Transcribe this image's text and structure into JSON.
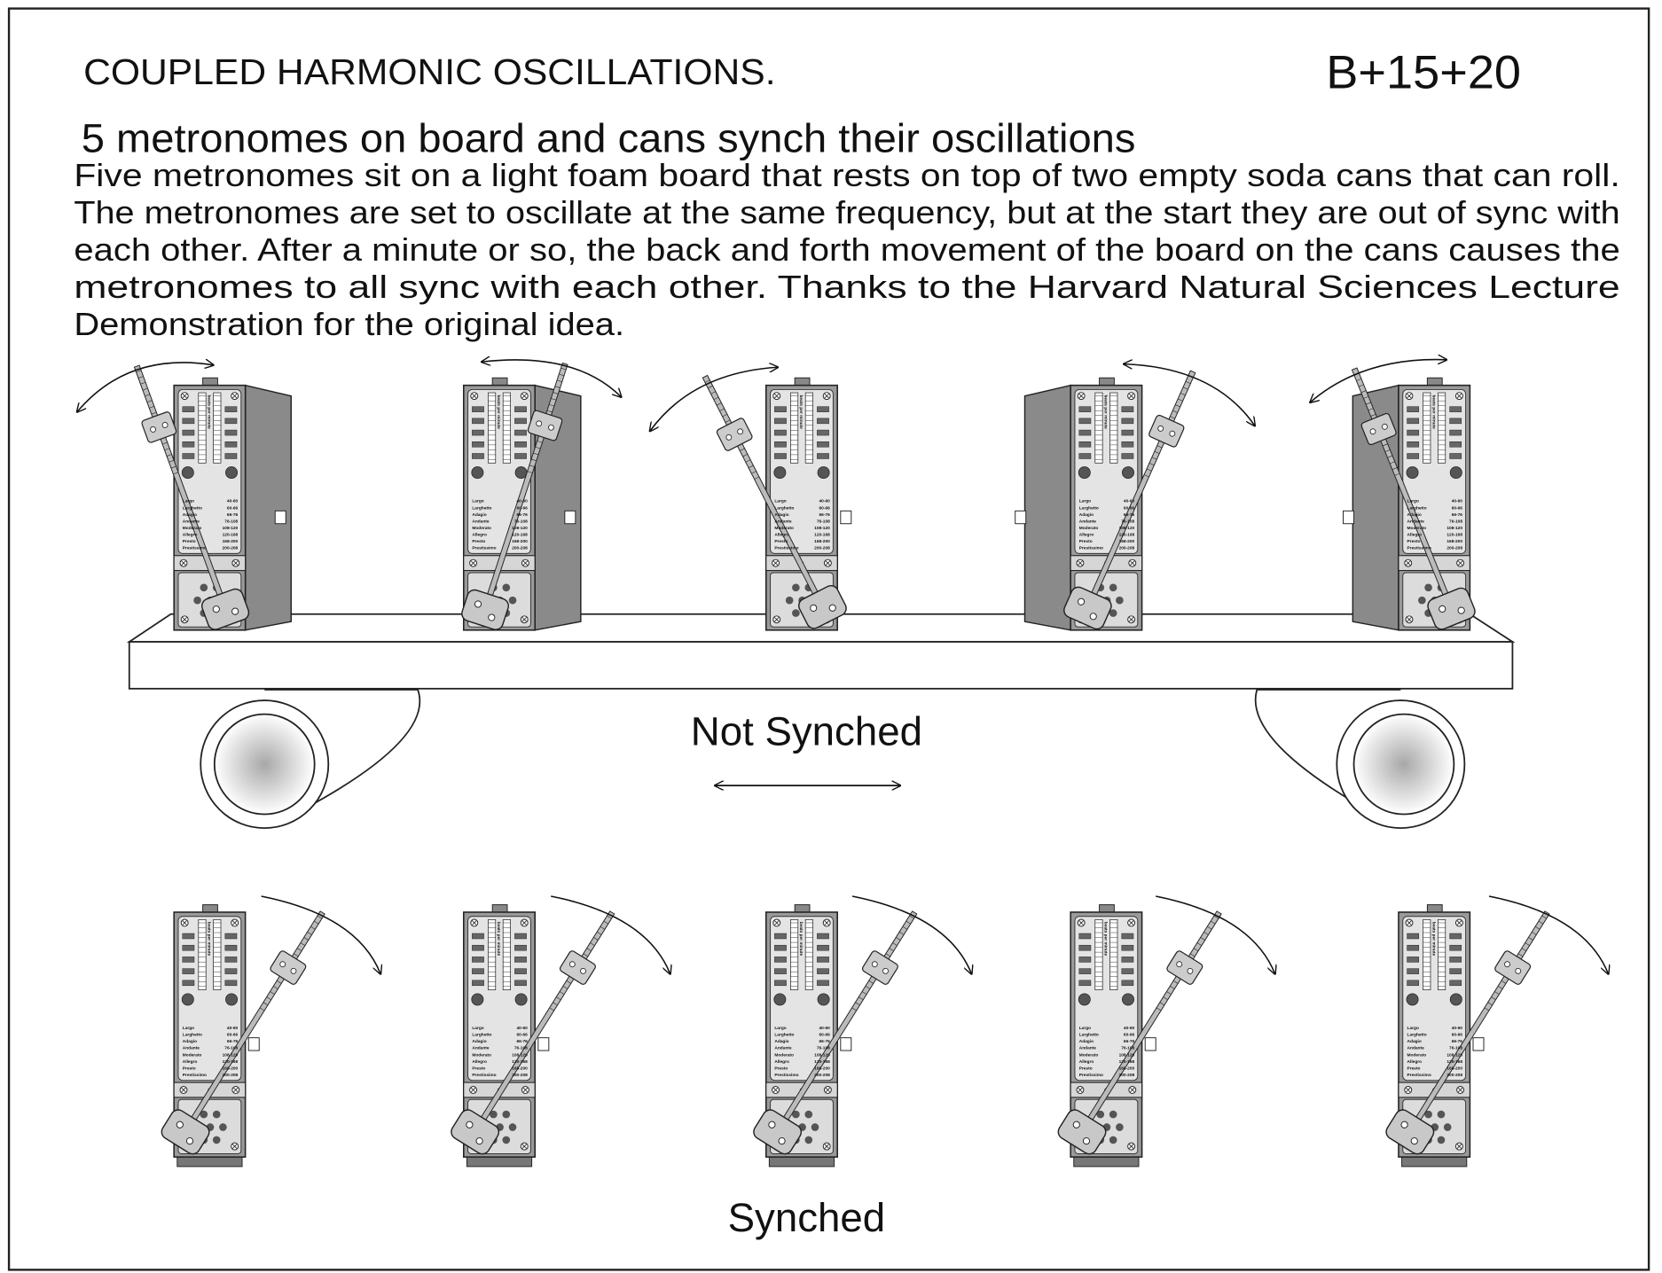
{
  "title": "COUPLED HARMONIC OSCILLATIONS.",
  "code": "B+15+20",
  "subtitle": "5 metronomes on board and cans synch their oscillations",
  "body_lines": [
    "Five metronomes sit on a light foam board that rests on top of two empty soda cans that can roll.",
    "The metronomes are set to oscillate at the same frequency, but at the start they are out of sync with",
    "each other. After a minute or so, the back and forth movement of the board on the cans causes the",
    "metronomes to all sync with each other.  Thanks to the Harvard Natural Sciences Lecture",
    "Demonstration for the original idea."
  ],
  "labels": {
    "not_synched": "Not Synched",
    "synched": "Synched"
  },
  "metronome_face": {
    "scale_label": "beats per minute",
    "tempos": [
      [
        "Largo",
        "40-60"
      ],
      [
        "Larghetto",
        "60-66"
      ],
      [
        "Adagio",
        "66-76"
      ],
      [
        "Andante",
        "76-108"
      ],
      [
        "Moderato",
        "108-120"
      ],
      [
        "Allegro",
        "120-168"
      ],
      [
        "Presto",
        "168-200"
      ],
      [
        "Prestissimo",
        "200-208"
      ]
    ]
  },
  "colors": {
    "body": "#9a9a9a",
    "panel": "#e4e4e4",
    "dark": "#555555",
    "can_center": "#b0b0b0"
  },
  "icons": [
    "metronome-icon",
    "double-arrow-icon",
    "curved-arrow-icon",
    "soda-can-icon"
  ]
}
